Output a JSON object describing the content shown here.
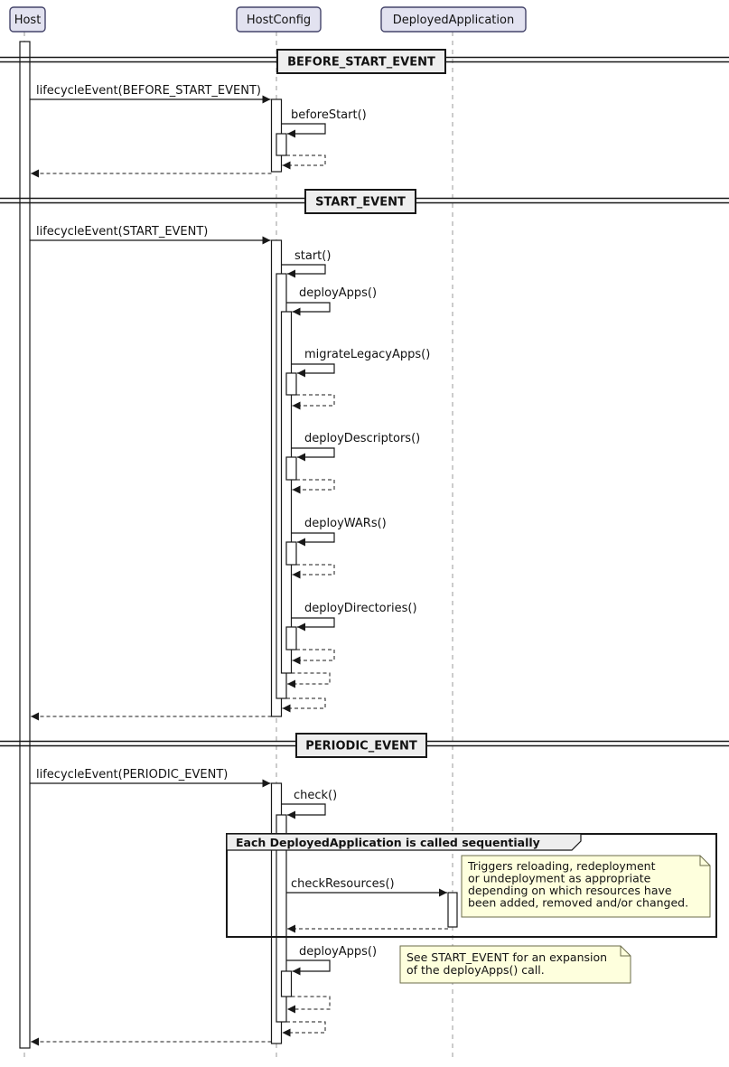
{
  "diagram": {
    "participants": [
      {
        "label": "Host"
      },
      {
        "label": "HostConfig"
      },
      {
        "label": "DeployedApplication"
      }
    ],
    "dividers": [
      {
        "title": "BEFORE_START_EVENT"
      },
      {
        "title": "START_EVENT"
      },
      {
        "title": "PERIODIC_EVENT"
      }
    ],
    "messages": {
      "before_start_call": "lifecycleEvent(BEFORE_START_EVENT)",
      "before_start": "beforeStart()",
      "start_call": "lifecycleEvent(START_EVENT)",
      "start": "start()",
      "deploy_apps": "deployApps()",
      "migrate_legacy_apps": "migrateLegacyApps()",
      "deploy_descriptors": "deployDescriptors()",
      "deploy_wars": "deployWARs()",
      "deploy_directories": "deployDirectories()",
      "periodic_call": "lifecycleEvent(PERIODIC_EVENT)",
      "check": "check()",
      "check_resources": "checkResources()",
      "deploy_apps_periodic": "deployApps()"
    },
    "group": {
      "title": "Each DeployedApplication is called sequentially"
    },
    "notes": {
      "check_resources": {
        "lines": [
          "Triggers reloading, redeployment",
          "or undeployment as appropriate",
          "depending on which resources have",
          "been added, removed and/or changed."
        ]
      },
      "deploy_apps": {
        "lines": [
          "See START_EVENT for an expansion",
          "of the deployApps() call."
        ]
      }
    },
    "colors": {
      "participant_fill": "#E2E2F0",
      "participant_border": "#44446a",
      "note_fill": "#FEFFDD",
      "divider_fill": "#EEEEEE",
      "group_header_fill": "#EEEEEE",
      "line": "#181818",
      "lifeline": "#999999"
    }
  }
}
